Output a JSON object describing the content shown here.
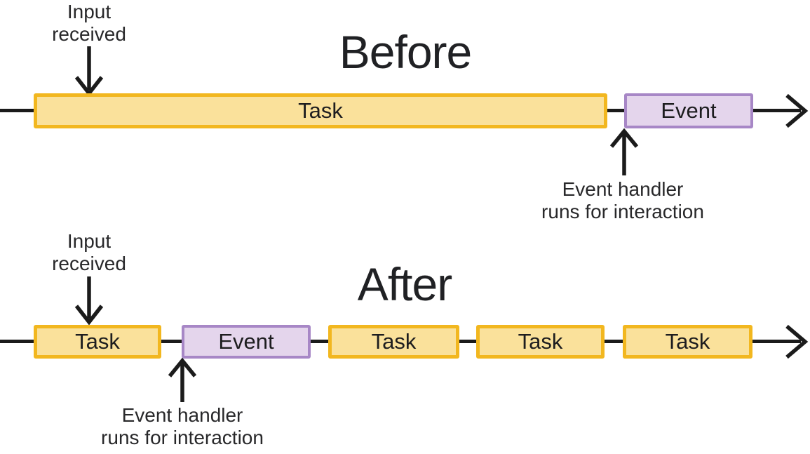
{
  "colors": {
    "task_fill": "#FAE19B",
    "task_border": "#F2B71F",
    "event_fill": "#E4D5EC",
    "event_border": "#A787C6",
    "line": "#1b1b1b",
    "text": "#28282a",
    "title": "#202124"
  },
  "before": {
    "title": "Before",
    "input_label": "Input\nreceived",
    "handler_label": "Event handler\nruns for interaction",
    "segments": [
      {
        "label": "Task",
        "type": "task"
      },
      {
        "label": "Event",
        "type": "event"
      }
    ]
  },
  "after": {
    "title": "After",
    "input_label": "Input\nreceived",
    "handler_label": "Event handler\nruns for interaction",
    "segments": [
      {
        "label": "Task",
        "type": "task"
      },
      {
        "label": "Event",
        "type": "event"
      },
      {
        "label": "Task",
        "type": "task"
      },
      {
        "label": "Task",
        "type": "task"
      },
      {
        "label": "Task",
        "type": "task"
      }
    ]
  }
}
